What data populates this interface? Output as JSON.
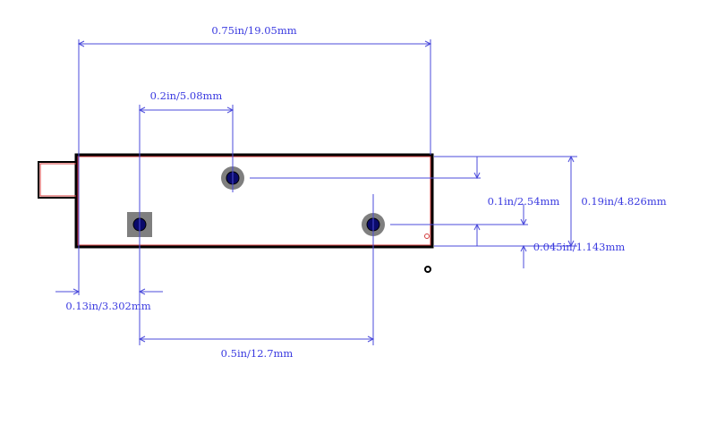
{
  "dimensions": {
    "overall_width": "0.75in/19.05mm",
    "pin_spacing_small": "0.2in/5.08mm",
    "pin_offset_vertical": "0.1in/2.54mm",
    "body_height": "0.19in/4.826mm",
    "pin_to_edge_bottom": "0.045in/1.143mm",
    "left_offset": "0.13in/3.302mm",
    "pin_spacing_large": "0.5in/12.7mm"
  },
  "colors": {
    "dimension": "#4b4bdb",
    "dimension_text": "#3a3ae0",
    "outline": "#000000",
    "silkscreen": "#d03a3a",
    "pad_round": "#7f7f7f",
    "pad_square": "#7f7f7f",
    "drill": "#0a0a6a"
  },
  "pins": [
    {
      "shape": "square"
    },
    {
      "shape": "round"
    },
    {
      "shape": "round"
    }
  ]
}
